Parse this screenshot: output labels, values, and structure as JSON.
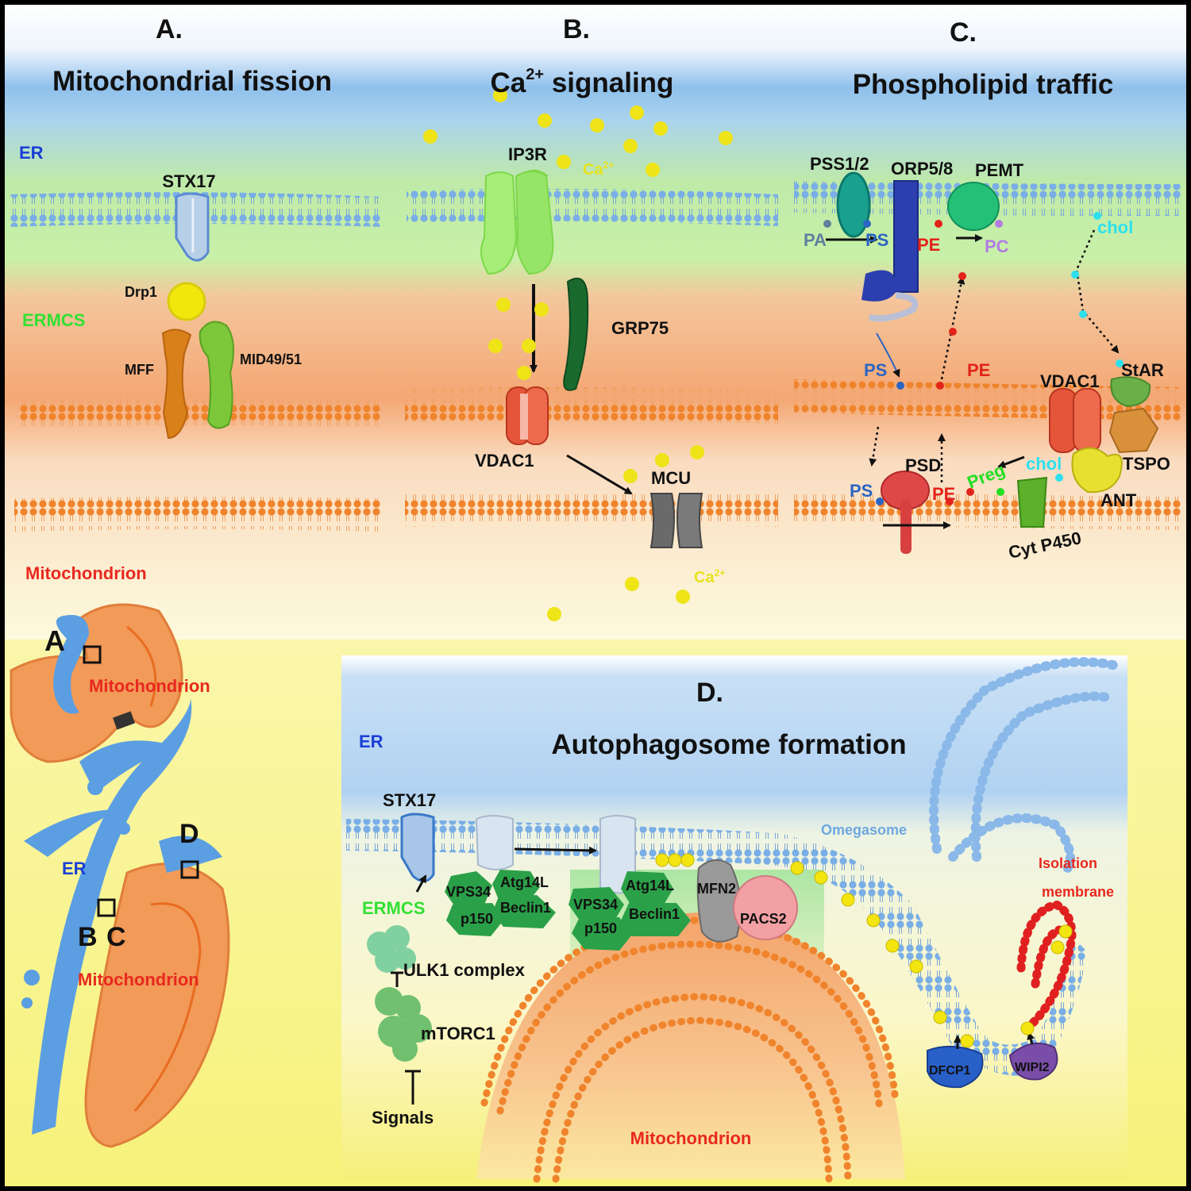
{
  "colors": {
    "er_blue": "#1a3fd6",
    "ermcs_green": "#33e033",
    "mito_red": "#e8281e",
    "ca_yellow": "#e7e21c",
    "label_black": "#111111",
    "ps_blue": "#2b64c2",
    "pe_red": "#e2231a",
    "pc_purple": "#b27de2",
    "pa_gray": "#5f7f9e",
    "chol_cyan": "#2de0ee",
    "preg_green": "#22dd22",
    "omegasome_blue": "#6ea8e0"
  },
  "panel_a": {
    "letter": "A.",
    "title": "Mitochondrial fission",
    "er_label": "ER",
    "ermcs_label": "ERMCS",
    "mito_label": "Mitochondrion",
    "stx17": "STX17",
    "drp1": "Drp1",
    "mff": "MFF",
    "mid": "MID49/51"
  },
  "panel_b": {
    "letter": "B.",
    "title_main": "Ca",
    "title_sup": "2+",
    "title_rest": " signaling",
    "ip3r": "IP3R",
    "ca_main": "Ca",
    "ca_sup": "2+",
    "grp75": "GRP75",
    "vdac1": "VDAC1",
    "mcu": "MCU"
  },
  "panel_c": {
    "letter": "C.",
    "title": "Phospholipid traffic",
    "pss": "PSS1/2",
    "orp": "ORP5/8",
    "pemt": "PEMT",
    "pa": "PA",
    "ps": "PS",
    "pe": "PE",
    "pc": "PC",
    "chol": "chol",
    "vdac1": "VDAC1",
    "star": "StAR",
    "tspo": "TSPO",
    "psd": "PSD",
    "preg": "Preg",
    "ant": "ANT",
    "cyt": "Cyt P450"
  },
  "overview": {
    "letter_a": "A",
    "letter_b": "B",
    "letter_c": "C",
    "letter_d": "D",
    "mito_top": "Mitochondrion",
    "er": "ER",
    "mito_bottom": "Mitochondrion"
  },
  "panel_d": {
    "letter": "D.",
    "title": "Autophagosome formation",
    "er": "ER",
    "stx17": "STX17",
    "ermcs": "ERMCS",
    "vps34": "VPS34",
    "atg14l": "Atg14L",
    "beclin1": "Beclin1",
    "p150": "p150",
    "mfn2": "MFN2",
    "pacs2": "PACS2",
    "ulk1": "ULK1 complex",
    "mtorc1": "mTORC1",
    "signals": "Signals",
    "omegasome": "Omegasome",
    "isolation_1": "Isolation",
    "isolation_2": "membrane",
    "dfcp1": "DFCP1",
    "wipi2": "WIPI2",
    "mito": "Mitochondrion"
  }
}
